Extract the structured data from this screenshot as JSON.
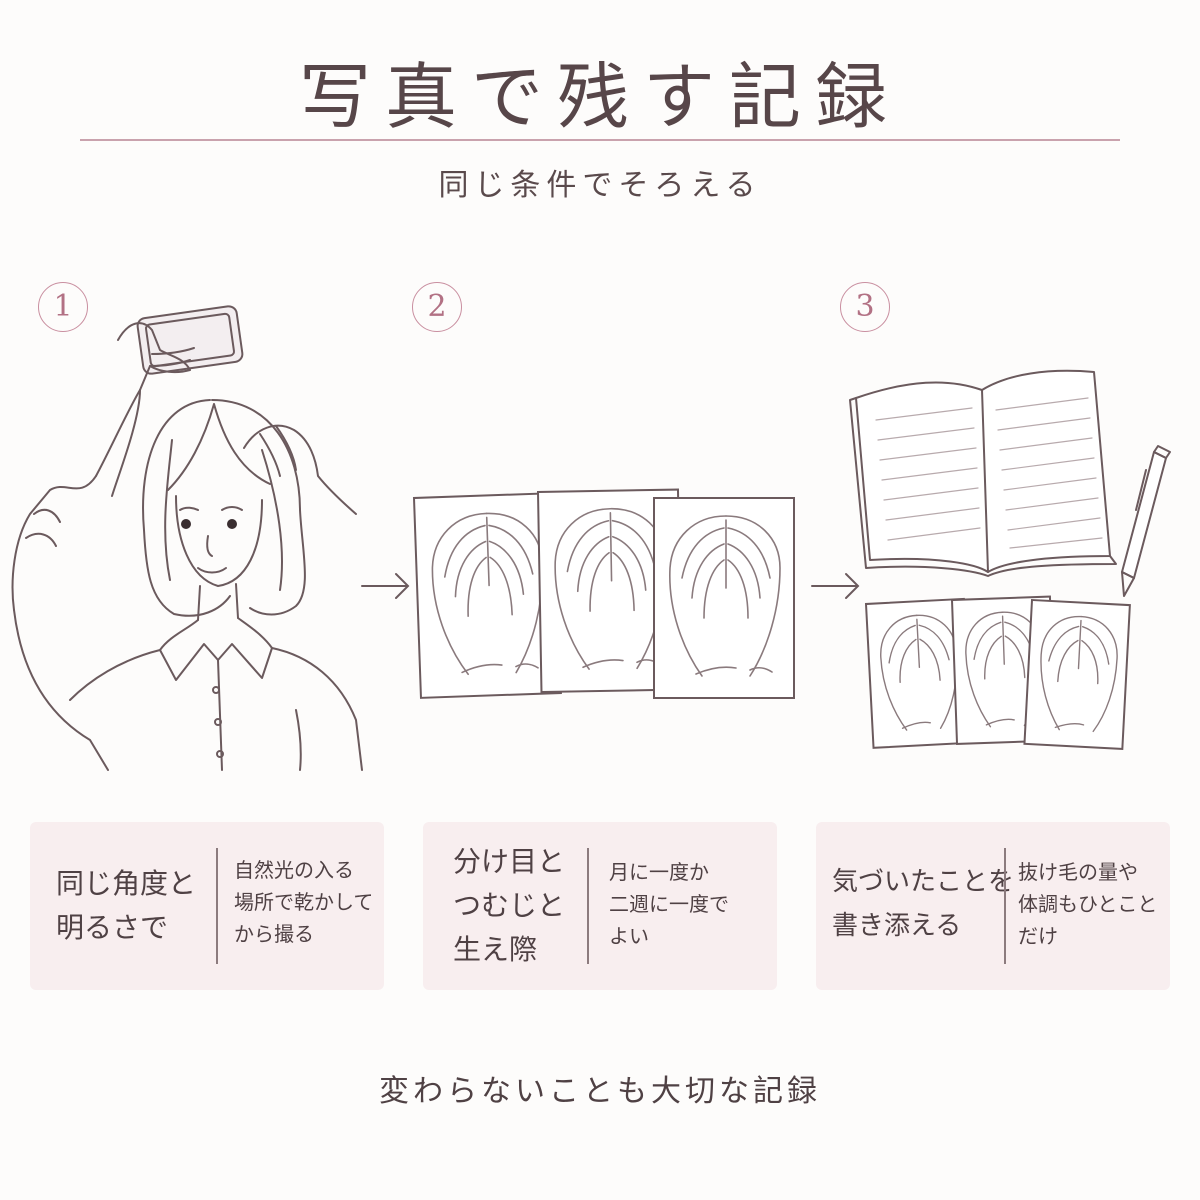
{
  "header": {
    "title": "写真で残す記録",
    "subtitle": "同じ条件でそろえる"
  },
  "steps": [
    {
      "number": "1",
      "main": "同じ角度と\n明るさで",
      "note": "自然光の入る\n場所で乾かして\nから撮る"
    },
    {
      "number": "2",
      "main": "分け目と\nつむじと\n生え際",
      "note": "月に一度か\n二週に一度で\nよい"
    },
    {
      "number": "3",
      "main": "気づいたことを\n書き添える",
      "note": "抜け毛の量や\n体調もひとこと\nだけ"
    }
  ],
  "footer": {
    "text": "変わらないことも大切な記録"
  },
  "colors": {
    "accent": "#c98fa0",
    "card_bg": "#f8eeef",
    "line": "#6b5a5d",
    "rule": "#c9a2ad"
  }
}
